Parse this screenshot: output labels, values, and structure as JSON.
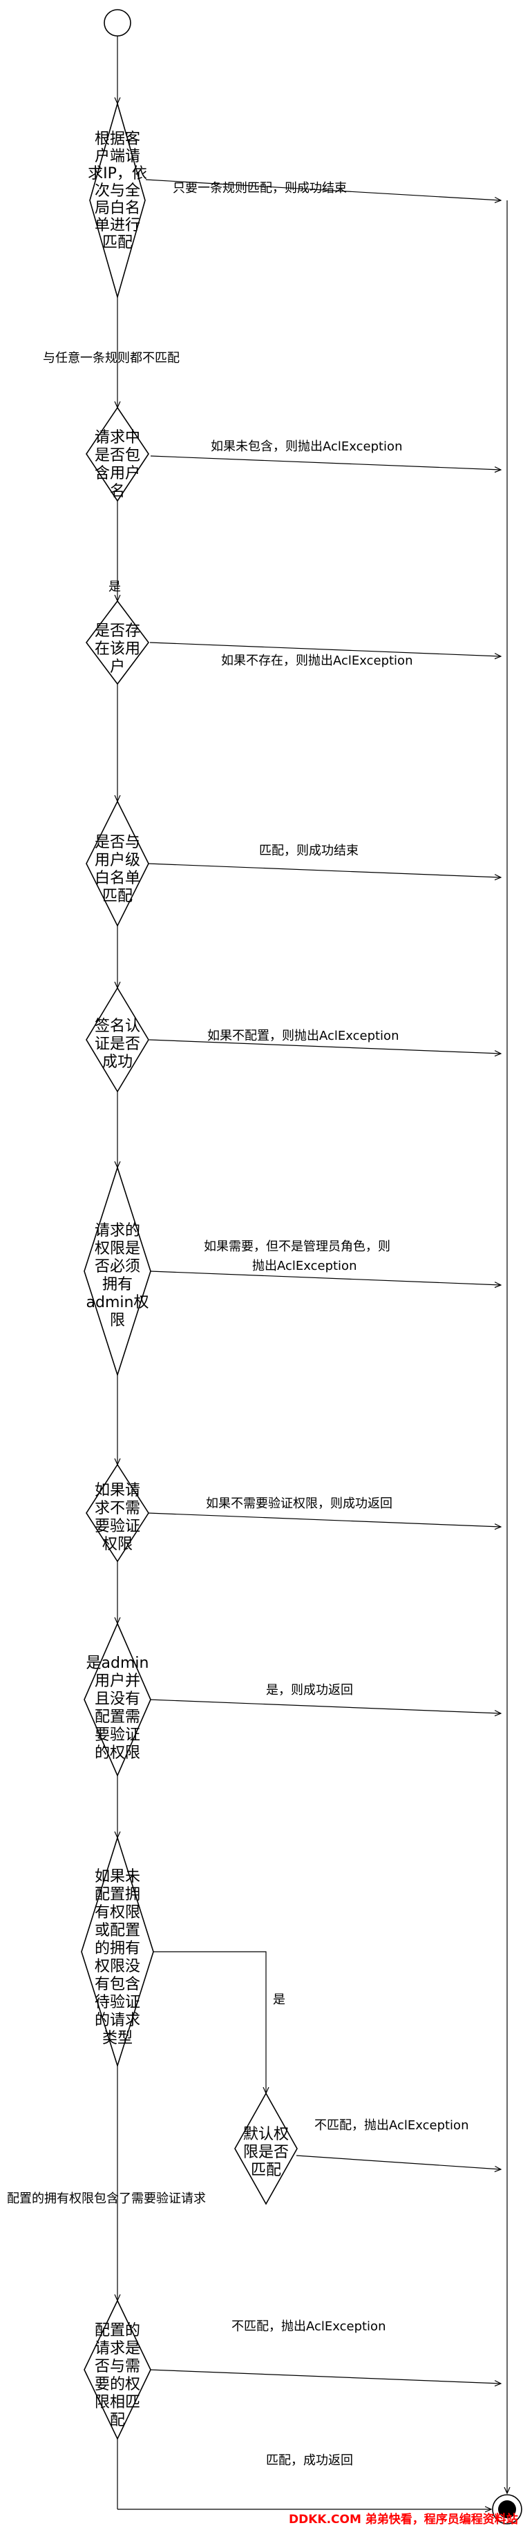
{
  "decisions": [
    {
      "id": "d1",
      "lines": [
        "根据客",
        "户端请",
        "求IP，依",
        "次与全",
        "局白名",
        "单进行",
        "匹配"
      ],
      "right_label": "只要一条规则匹配，则成功结束"
    },
    {
      "id": "d2",
      "lines": [
        "请求中",
        "是否包",
        "含用户",
        "名"
      ],
      "right_label": "如果未包含，则抛出AclException"
    },
    {
      "id": "d3",
      "lines": [
        "是否存",
        "在该用",
        "户"
      ],
      "right_label": "如果不存在，则抛出AclException"
    },
    {
      "id": "d4",
      "lines": [
        "是否与",
        "用户级",
        "白名单",
        "匹配"
      ],
      "right_label": "匹配，则成功结束"
    },
    {
      "id": "d5",
      "lines": [
        "签名认",
        "证是否",
        "成功"
      ],
      "right_label": "如果不配置，则抛出AclException"
    },
    {
      "id": "d6",
      "lines": [
        "请求的",
        "权限是",
        "否必须",
        "拥有",
        "admin权",
        "限"
      ],
      "right_label": [
        "如果需要，但不是管理员角色，则",
        "抛出AclException"
      ]
    },
    {
      "id": "d7",
      "lines": [
        "如果请",
        "求不需",
        "要验证",
        "权限"
      ],
      "right_label": "如果不需要验证权限，则成功返回"
    },
    {
      "id": "d8",
      "lines": [
        "是admin",
        "用户并",
        "且没有",
        "配置需",
        "要验证",
        "的权限"
      ],
      "right_label": "是，则成功返回"
    },
    {
      "id": "d9",
      "lines": [
        "如果未",
        "配置拥",
        "有权限",
        "或配置",
        "的拥有",
        "权限没",
        "有包含",
        "待验证",
        "的请求",
        "类型"
      ],
      "right_label": "是"
    },
    {
      "id": "d10",
      "lines": [
        "默认权",
        "限是否",
        "匹配"
      ],
      "right_label": "不匹配，抛出AclException"
    },
    {
      "id": "d11",
      "lines": [
        "配置的",
        "请求是",
        "否与需",
        "要的权",
        "限相匹",
        "配"
      ],
      "right_label": "不匹配，抛出AclException"
    }
  ],
  "flow_labels": {
    "after_d1": "与任意一条规则都不匹配",
    "after_d2": "是",
    "after_d9": "配置的拥有权限包含了需要验证请求",
    "after_d11": "匹配，成功返回"
  },
  "watermark": "DDKK.COM 弟弟快看，程序员编程资料站"
}
